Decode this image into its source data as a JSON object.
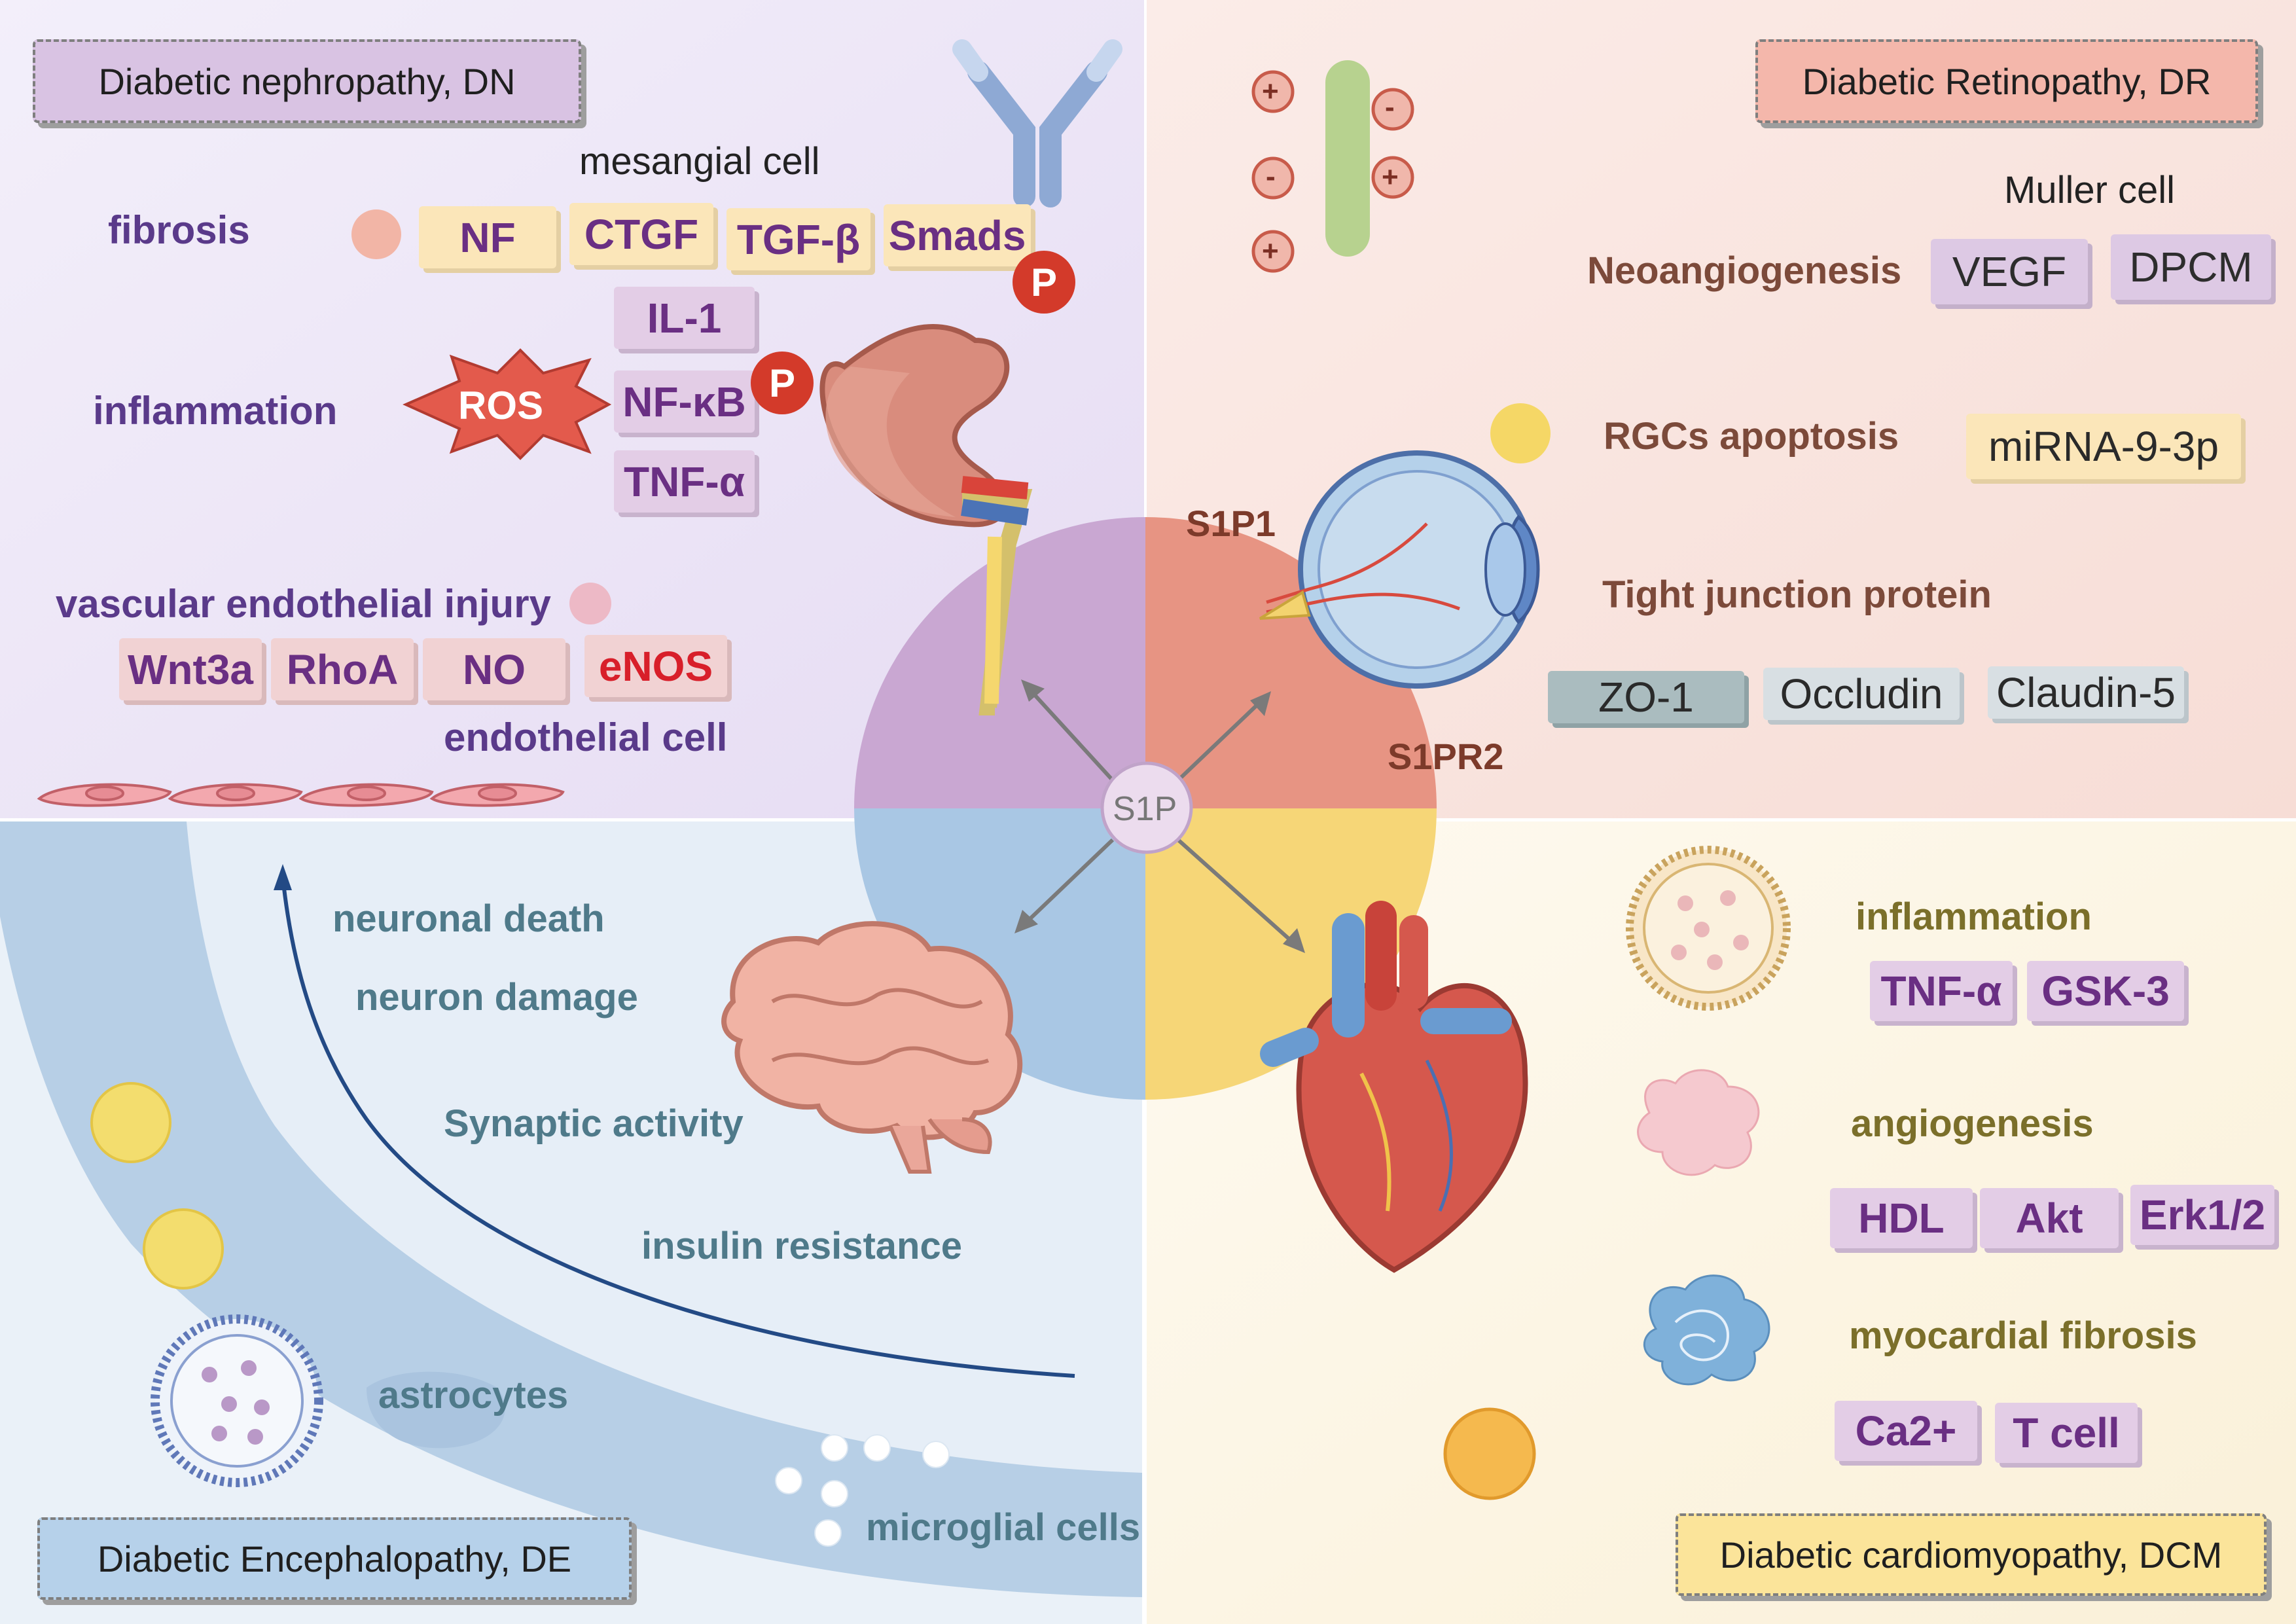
{
  "quadrants": {
    "dn": {
      "title": "Diabetic nephropathy, DN",
      "cell_label": "mesangial cell",
      "fibrosis": {
        "label": "fibrosis",
        "markers": [
          "NF",
          "CTGF",
          "TGF-β",
          "Smads"
        ]
      },
      "inflammation": {
        "label": "inflammation",
        "ros": "ROS",
        "markers": [
          "IL-1",
          "NF-κB",
          "TNF-α"
        ]
      },
      "vascular": {
        "label": "vascular endothelial injury",
        "markers": [
          "Wnt3a",
          "RhoA",
          "NO",
          "eNOS"
        ],
        "endothelial_label": "endothelial cell"
      },
      "phospho_badge": "P"
    },
    "dr": {
      "title": "Diabetic Retinopathy, DR",
      "cell_label": "Muller cell",
      "neoangiogenesis": {
        "label": "Neoangiogenesis",
        "markers": [
          "VEGF",
          "DPCM"
        ]
      },
      "rgc": {
        "label": "RGCs apoptosis",
        "marker": "miRNA-9-3p"
      },
      "tight_junction": {
        "label": "Tight junction protein",
        "markers": [
          "ZO-1",
          "Occludin",
          "Claudin-5"
        ]
      },
      "receptors": [
        "S1P1",
        "S1PR2"
      ],
      "charges": [
        "+",
        "-",
        "-",
        "+",
        "+"
      ]
    },
    "de": {
      "title": "Diabetic Encephalopathy, DE",
      "items": [
        "neuronal death",
        "neuron damage",
        "Synaptic activity",
        "insulin resistance",
        "astrocytes",
        "microglial cells"
      ]
    },
    "dcm": {
      "title": "Diabetic cardiomyopathy, DCM",
      "inflammation": {
        "label": "inflammation",
        "markers": [
          "TNF-α",
          "GSK-3"
        ]
      },
      "angiogenesis": {
        "label": "angiogenesis",
        "markers": [
          "HDL",
          "Akt",
          "Erk1/2"
        ]
      },
      "fibrosis": {
        "label": "myocardial fibrosis",
        "markers": [
          "Ca2+",
          "T cell"
        ]
      }
    }
  },
  "center": {
    "label": "S1P"
  },
  "colors": {
    "dn_bg": "#ebe3f5",
    "dr_bg": "#f9e3de",
    "de_bg": "#dce8f3",
    "dcm_bg": "#fbf3e0",
    "center_dn": "#c9a7d2",
    "center_dr": "#e79483",
    "center_de": "#a9c7e4",
    "center_dcm": "#f6d677",
    "dn_title_box": "#d9c3e3",
    "dr_title_box": "#f4b7ab",
    "de_title_box": "#b6d1ea",
    "dcm_title_box": "#fbe49a",
    "dn_text": "#6a2f83",
    "dr_text": "#7c4a3a",
    "de_text": "#4f7a8a",
    "dcm_text": "#7b6f2a"
  }
}
